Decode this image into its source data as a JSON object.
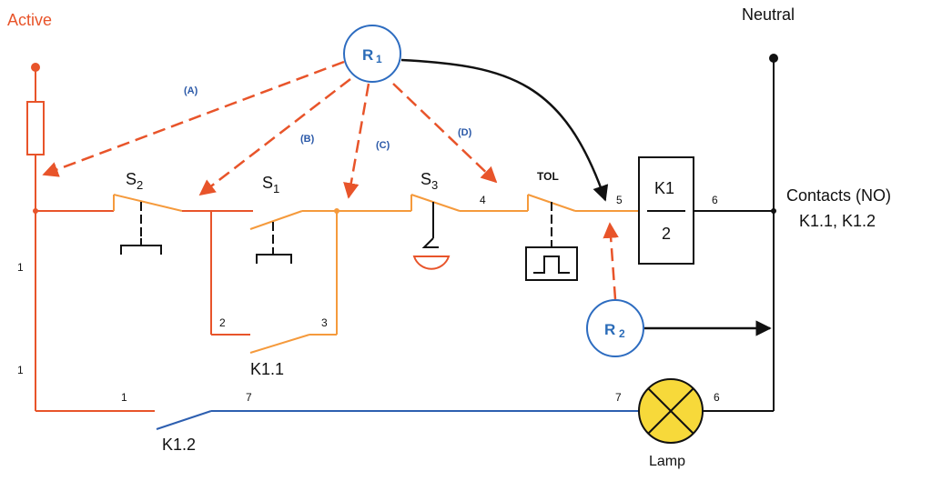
{
  "labels": {
    "active": "Active",
    "neutral": "Neutral",
    "contacts_title": "Contacts (NO)",
    "contacts_list": "K1.1,  K1.2",
    "lamp": "Lamp",
    "tol": "TOL",
    "k1_top": "K1",
    "k1_bottom": "2"
  },
  "switches": {
    "s2": {
      "letter": "S",
      "sub": "2"
    },
    "s1": {
      "letter": "S",
      "sub": "1"
    },
    "s3": {
      "letter": "S",
      "sub": "3"
    },
    "k11": "K1.1",
    "k12": "K1.2"
  },
  "relays": {
    "r1": {
      "letter": "R",
      "sub": "1"
    },
    "r2": {
      "letter": "R",
      "sub": "2"
    }
  },
  "arrow_tags": {
    "a": "(A)",
    "b": "(B)",
    "c": "(C)",
    "d": "(D)"
  },
  "wire_numbers": {
    "left_1a": "1",
    "left_1b": "1",
    "bottom_1": "1",
    "n2": "2",
    "n3": "3",
    "n4": "4",
    "n5": "5",
    "n6_top": "6",
    "n7_left": "7",
    "n7_right": "7",
    "n6_bottom": "6"
  },
  "colors": {
    "active_wire": "#e8542a",
    "control_wire": "#f59a3c",
    "lamp_wire": "#2d5fb0",
    "neutral_wire": "#111111",
    "relay_ring": "#2d6cc0",
    "arrow_dash": "#e8542a",
    "lamp_fill": "#f7d93a",
    "active_text": "#e8542a"
  }
}
